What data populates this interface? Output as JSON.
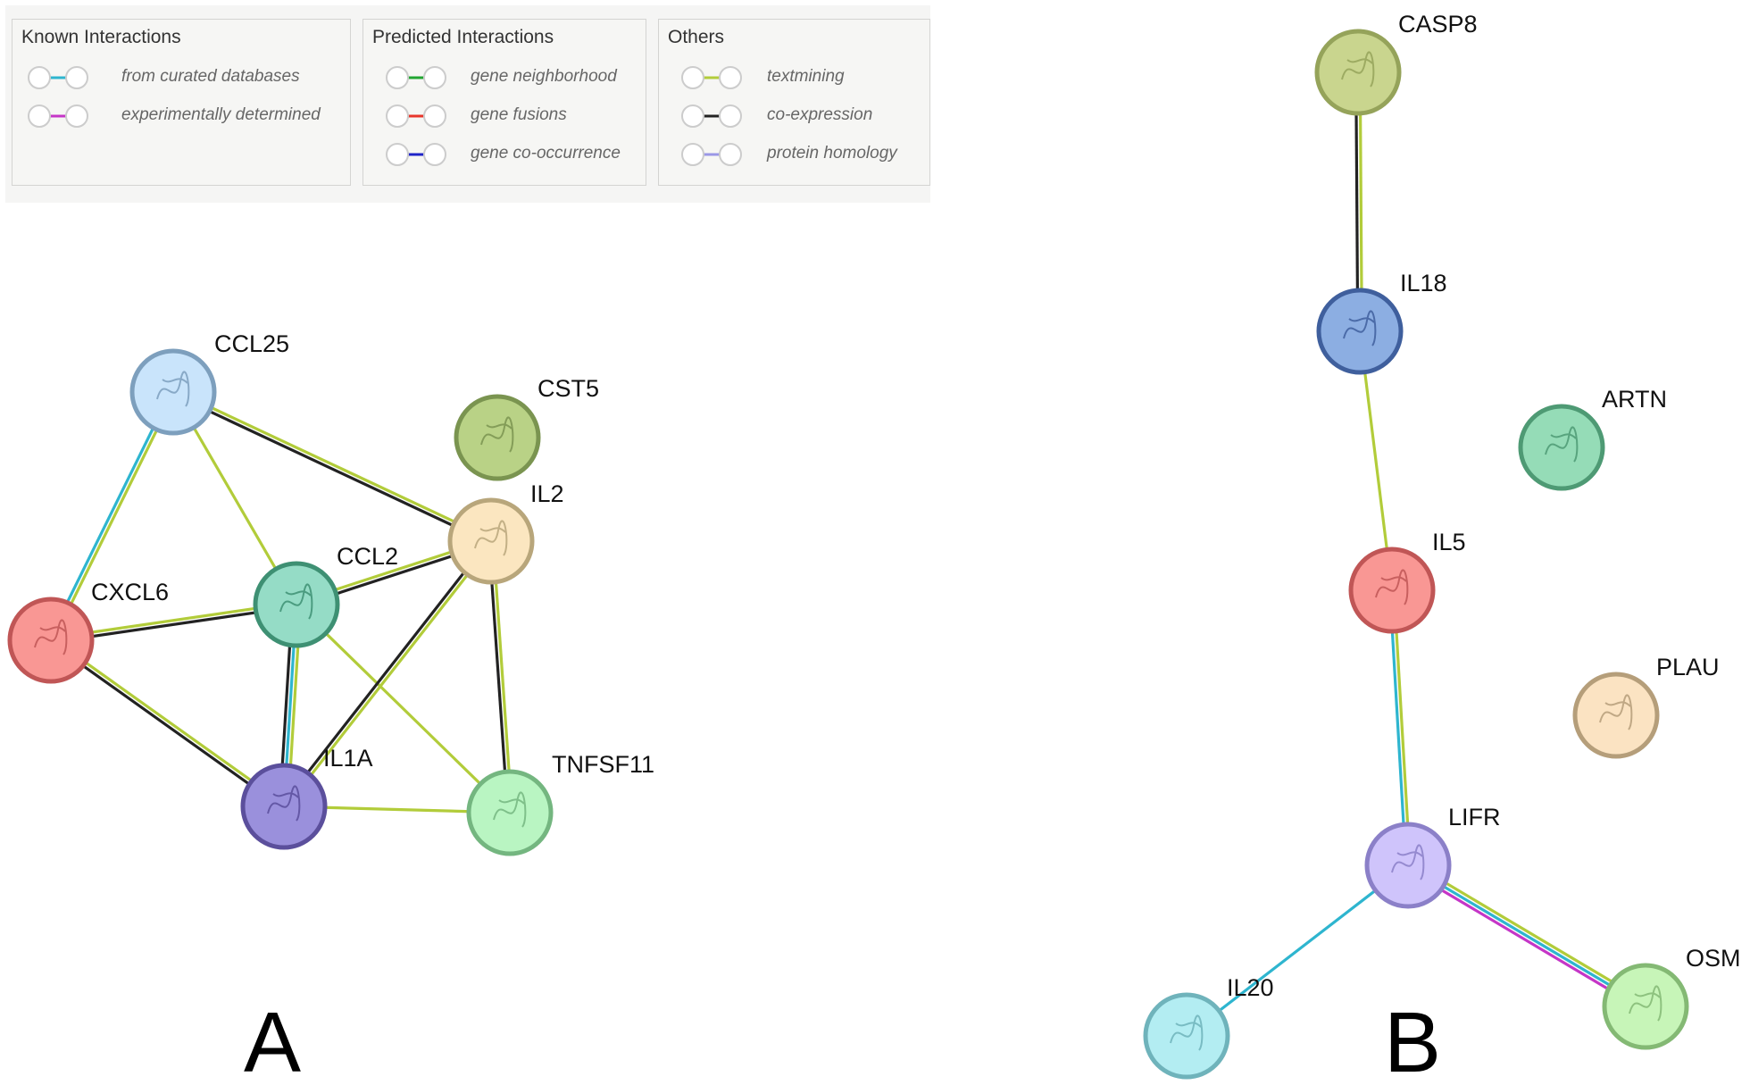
{
  "legend": {
    "groups": [
      {
        "title": "Known Interactions",
        "items": [
          {
            "label": "from curated databases",
            "color": "#2eb5cf"
          },
          {
            "label": "experimentally determined",
            "color": "#c536c7"
          }
        ]
      },
      {
        "title": "Predicted Interactions",
        "items": [
          {
            "label": "gene neighborhood",
            "color": "#22a532"
          },
          {
            "label": "gene fusions",
            "color": "#e8362b"
          },
          {
            "label": "gene co-occurrence",
            "color": "#1f24c8"
          }
        ]
      },
      {
        "title": "Others",
        "items": [
          {
            "label": "textmining",
            "color": "#b2cc3a"
          },
          {
            "label": "co-expression",
            "color": "#222222"
          },
          {
            "label": "protein homology",
            "color": "#9a97e6"
          }
        ]
      }
    ]
  },
  "panels": [
    {
      "letter": "A",
      "nodes": [
        {
          "id": "CCL25",
          "label": "CCL25",
          "fill": "#c9e4fb",
          "stroke": "#7d9fbd"
        },
        {
          "id": "CST5",
          "label": "CST5",
          "fill": "#b9d286",
          "stroke": "#7a9450"
        },
        {
          "id": "IL2",
          "label": "IL2",
          "fill": "#fbe6c0",
          "stroke": "#b8a67b"
        },
        {
          "id": "CCL2",
          "label": "CCL2",
          "fill": "#95dcc6",
          "stroke": "#3e9073"
        },
        {
          "id": "CXCL6",
          "label": "CXCL6",
          "fill": "#f99794",
          "stroke": "#c05656"
        },
        {
          "id": "IL1A",
          "label": "IL1A",
          "fill": "#9a90dc",
          "stroke": "#5b4f9c"
        },
        {
          "id": "TNFSF11",
          "label": "TNFSF11",
          "fill": "#b9f5c2",
          "stroke": "#74b680"
        }
      ],
      "edges": [
        {
          "from": "CCL25",
          "to": "CXCL6",
          "types": [
            "#b2cc3a",
            "#2eb5cf"
          ]
        },
        {
          "from": "CCL25",
          "to": "CCL2",
          "types": [
            "#b2cc3a"
          ]
        },
        {
          "from": "CCL25",
          "to": "IL2",
          "types": [
            "#b2cc3a",
            "#222222"
          ]
        },
        {
          "from": "CXCL6",
          "to": "CCL2",
          "types": [
            "#b2cc3a",
            "#222222"
          ]
        },
        {
          "from": "CXCL6",
          "to": "IL1A",
          "types": [
            "#b2cc3a",
            "#222222"
          ]
        },
        {
          "from": "CCL2",
          "to": "IL2",
          "types": [
            "#b2cc3a",
            "#222222"
          ]
        },
        {
          "from": "CCL2",
          "to": "IL1A",
          "types": [
            "#b2cc3a",
            "#2eb5cf",
            "#222222"
          ]
        },
        {
          "from": "CCL2",
          "to": "TNFSF11",
          "types": [
            "#b2cc3a"
          ]
        },
        {
          "from": "IL2",
          "to": "IL1A",
          "types": [
            "#b2cc3a",
            "#222222"
          ]
        },
        {
          "from": "IL2",
          "to": "TNFSF11",
          "types": [
            "#b2cc3a",
            "#222222"
          ]
        },
        {
          "from": "IL1A",
          "to": "TNFSF11",
          "types": [
            "#b2cc3a"
          ]
        }
      ]
    },
    {
      "letter": "B",
      "nodes": [
        {
          "id": "CASP8",
          "label": "CASP8",
          "fill": "#c9d58e",
          "stroke": "#95a35a"
        },
        {
          "id": "IL18",
          "label": "IL18",
          "fill": "#8caee2",
          "stroke": "#3f5f9d"
        },
        {
          "id": "ARTN",
          "label": "ARTN",
          "fill": "#95dcb7",
          "stroke": "#4e9a74"
        },
        {
          "id": "IL5",
          "label": "IL5",
          "fill": "#f99794",
          "stroke": "#c05656"
        },
        {
          "id": "PLAU",
          "label": "PLAU",
          "fill": "#fbe3c2",
          "stroke": "#b59e7a"
        },
        {
          "id": "LIFR",
          "label": "LIFR",
          "fill": "#cfc4fb",
          "stroke": "#8b80c8"
        },
        {
          "id": "IL20",
          "label": "IL20",
          "fill": "#b3edf2",
          "stroke": "#6fb3bb"
        },
        {
          "id": "OSM",
          "label": "OSM",
          "fill": "#c7f5b8",
          "stroke": "#84b974"
        }
      ],
      "edges": [
        {
          "from": "CASP8",
          "to": "IL18",
          "types": [
            "#b2cc3a",
            "#222222"
          ]
        },
        {
          "from": "IL18",
          "to": "IL5",
          "types": [
            "#b2cc3a"
          ]
        },
        {
          "from": "IL5",
          "to": "LIFR",
          "types": [
            "#b2cc3a",
            "#2eb5cf"
          ]
        },
        {
          "from": "LIFR",
          "to": "IL20",
          "types": [
            "#2eb5cf"
          ]
        },
        {
          "from": "LIFR",
          "to": "OSM",
          "types": [
            "#b2cc3a",
            "#2eb5cf",
            "#c536c7"
          ]
        }
      ]
    }
  ]
}
